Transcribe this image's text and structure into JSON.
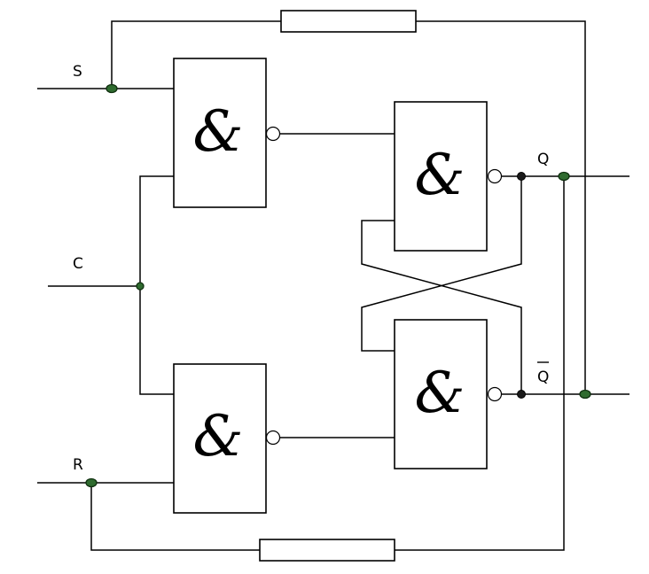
{
  "labels": {
    "s": "S",
    "c": "C",
    "r": "R",
    "q": "Q",
    "q_bar": "Q"
  },
  "gates": [
    {
      "name": "gate-top-left",
      "symbol": "&"
    },
    {
      "name": "gate-bottom-left",
      "symbol": "&"
    },
    {
      "name": "gate-top-right",
      "symbol": "&"
    },
    {
      "name": "gate-bottom-right",
      "symbol": "&"
    }
  ]
}
